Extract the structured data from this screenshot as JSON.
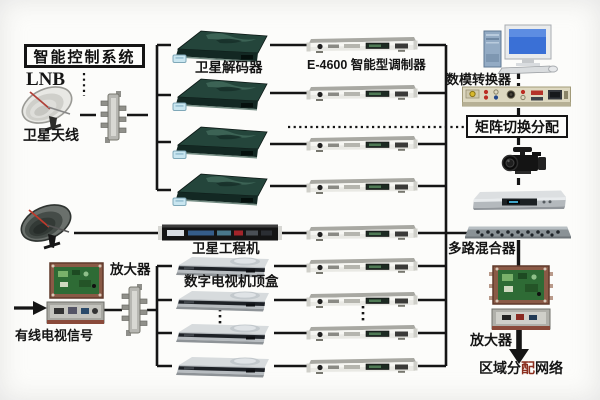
{
  "labels": {
    "control_system": "智能控制系统",
    "lnb": "LNB",
    "satellite_antenna": "卫星天线",
    "satellite_decoder": "卫星解码器",
    "modulator": "E-4600 智能型调制器",
    "da_converter": "数模转换器",
    "matrix_switch": "矩阵切换分配",
    "satellite_engineering_unit": "卫星工程机",
    "set_top_box": "数字电视机顶盒",
    "amplifier_left": "放大器",
    "cable_tv_signal": "有线电视信号",
    "mixer": "多路混合器",
    "amplifier_right": "放大器",
    "region_network_part1": "区域分",
    "region_network_part2": "配",
    "region_network_part3": "网络"
  },
  "devices": {
    "satellite_decoders": 4,
    "modulators": 9,
    "set_top_boxes": 4
  },
  "colors": {
    "line": "#151515",
    "decoder_body": "#24453b",
    "modulator_body": "#e9e9e4",
    "accent_red": "#8b2f1f"
  }
}
